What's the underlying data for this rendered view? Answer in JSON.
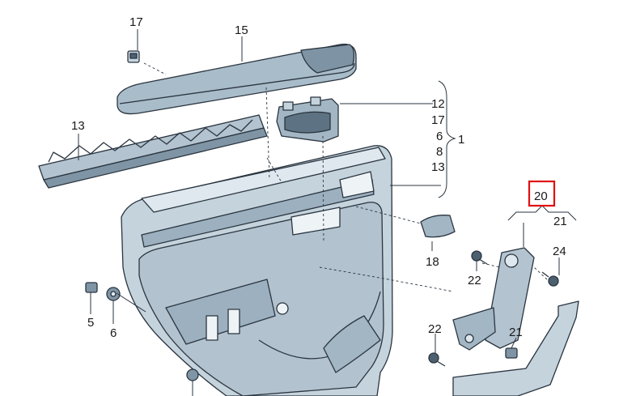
{
  "callouts": {
    "p17_top": "17",
    "p15": "15",
    "p13_left": "13",
    "p12": "12",
    "p17_mid": "17",
    "p6_list": "6",
    "p8": "8",
    "p13_list": "13",
    "p1": "1",
    "p20": "20",
    "p21_top": "21",
    "p24": "24",
    "p18": "18",
    "p22_right": "22",
    "p5": "5",
    "p6_left": "6",
    "p22_bottom": "22",
    "p21_bottom": "21"
  },
  "highlight": {
    "label": "20",
    "color": "#e01010"
  },
  "colors": {
    "part_fill": "#c5d3dd",
    "part_dark": "#4d6070",
    "part_light": "#dfe8ee"
  },
  "icons": [
    "clip",
    "screw",
    "nut",
    "bracket"
  ]
}
